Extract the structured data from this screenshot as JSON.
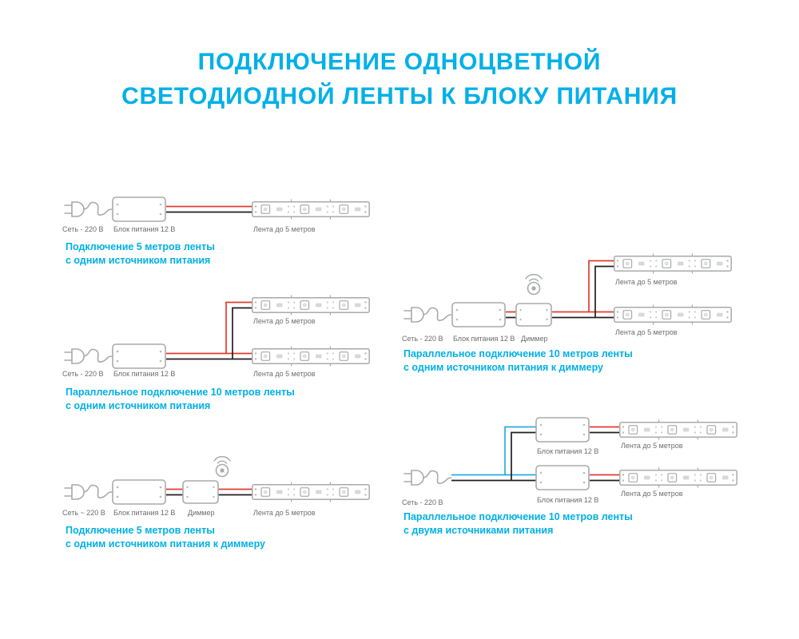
{
  "title": {
    "line1": "ПОДКЛЮЧЕНИЕ ОДНОЦВЕТНОЙ",
    "line2": "СВЕТОДИОДНОЙ ЛЕНТЫ К БЛОКУ ПИТАНИЯ"
  },
  "colors": {
    "accent": "#00b0e8",
    "wire_positive_red": "#e03c31",
    "wire_negative_black": "#231f20",
    "wire_mains_blue": "#29abe2",
    "component_outline": "#a8aaac",
    "label_text": "#6b6c6e",
    "background": "#ffffff"
  },
  "icons": {
    "plug": "power-plug-icon",
    "psu": "power-supply-box",
    "dimmer": "dimmer-box",
    "remote": "remote-signal-icon",
    "strip": "led-strip"
  },
  "diagrams": [
    {
      "labels": {
        "mains": "Сеть - 220 В",
        "psu": "Блок питания 12 В",
        "strip": "Лента до 5 метров"
      },
      "caption": {
        "line1": "Подключение 5 метров ленты",
        "line2": "с одним источником питания"
      }
    },
    {
      "labels": {
        "mains": "Сеть - 220 В",
        "psu": "Блок питания 12 В",
        "strip_top": "Лента до 5 метров",
        "strip_bottom": "Лента до 5 метров"
      },
      "caption": {
        "line1": "Параллельное подключение 10 метров ленты",
        "line2": "с одним источником питания"
      }
    },
    {
      "labels": {
        "mains": "Сеть ~ 220 В",
        "psu": "Блок питания 12 В",
        "dimmer": "Диммер",
        "strip": "Лента до 5 метров"
      },
      "caption": {
        "line1": "Подключение 5 метров ленты",
        "line2": "с одним источником питания к диммеру"
      }
    },
    {
      "labels": {
        "mains": "Сеть - 220 В",
        "psu": "Блок питания 12 В",
        "dimmer": "Диммер",
        "strip_top": "Лента до 5 метров",
        "strip_bottom": "Лента до 5 метров"
      },
      "caption": {
        "line1": "Параллельное подключение 10 метров ленты",
        "line2": "с одним источником питания к диммеру"
      }
    },
    {
      "labels": {
        "mains": "Сеть - 220 В",
        "psu_top": "Блок питания 12 В",
        "psu_bottom": "Блок питания 12 В",
        "strip_top": "Лента до 5 метров",
        "strip_bottom": "Лента до 5 метров"
      },
      "caption": {
        "line1": "Параллельное подключение 10 метров ленты",
        "line2": "с двумя источниками питания"
      }
    }
  ]
}
